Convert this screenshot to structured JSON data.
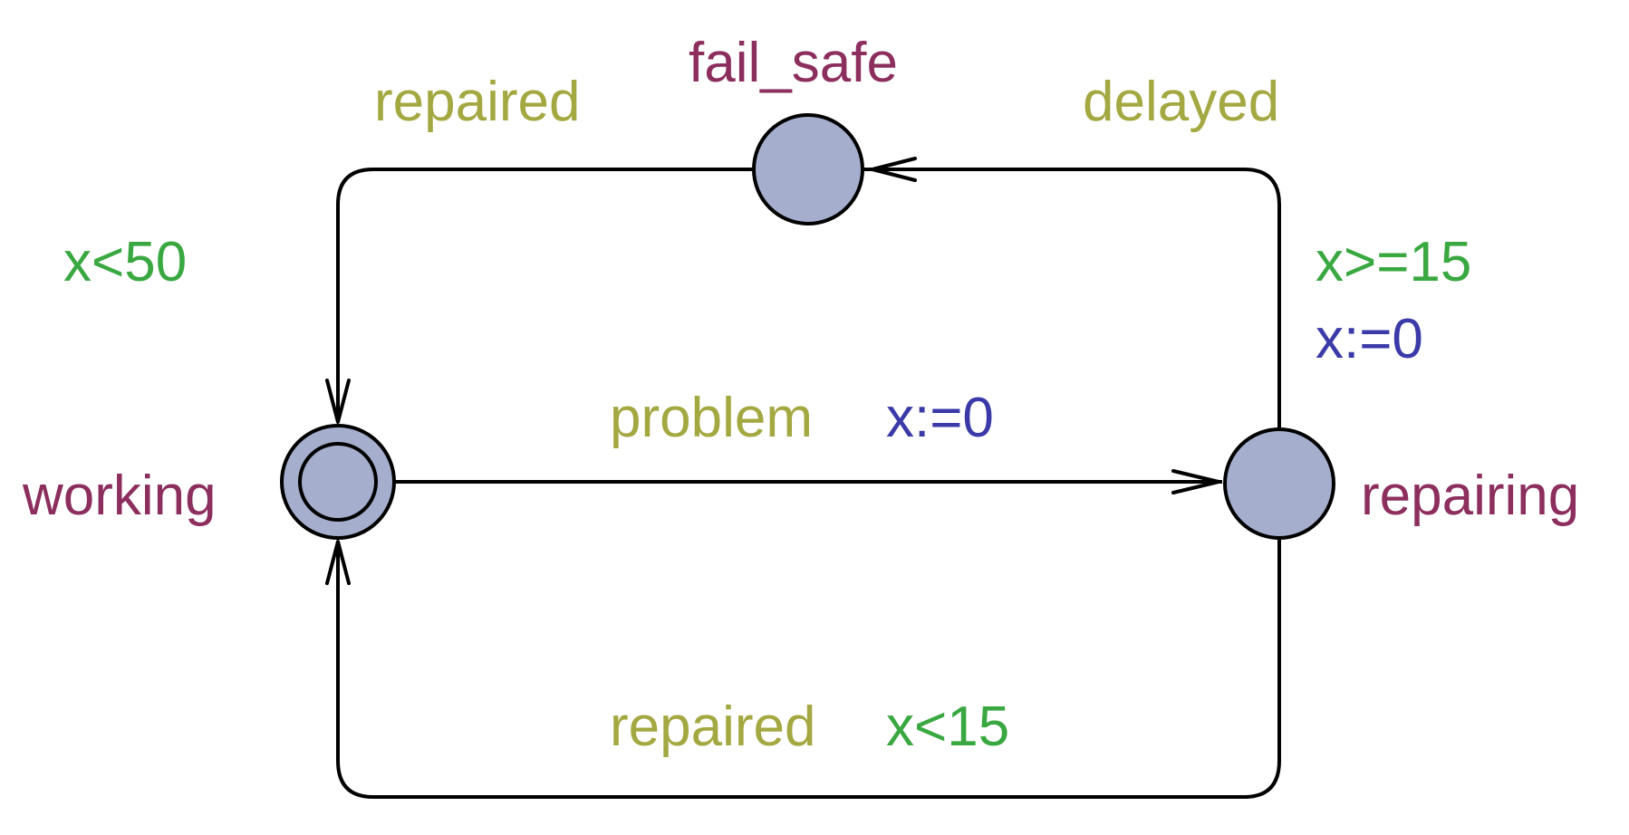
{
  "colors": {
    "node_fill": "#a5afcd",
    "location": "#8c2e5e",
    "sync": "#a3a840",
    "guard": "#3aa841",
    "update": "#3a3aa8"
  },
  "locations": {
    "working": {
      "name": "working",
      "invariant": "x<50",
      "initial": true
    },
    "fail_safe": {
      "name": "fail_safe"
    },
    "repairing": {
      "name": "repairing"
    }
  },
  "transitions": {
    "working_to_repairing": {
      "sync": "problem",
      "update": "x:=0"
    },
    "repairing_to_fail_safe": {
      "sync": "delayed",
      "guard": "x>=15",
      "update": "x:=0"
    },
    "fail_safe_to_working": {
      "sync": "repaired"
    },
    "repairing_to_working": {
      "sync": "repaired",
      "guard": "x<15"
    }
  }
}
